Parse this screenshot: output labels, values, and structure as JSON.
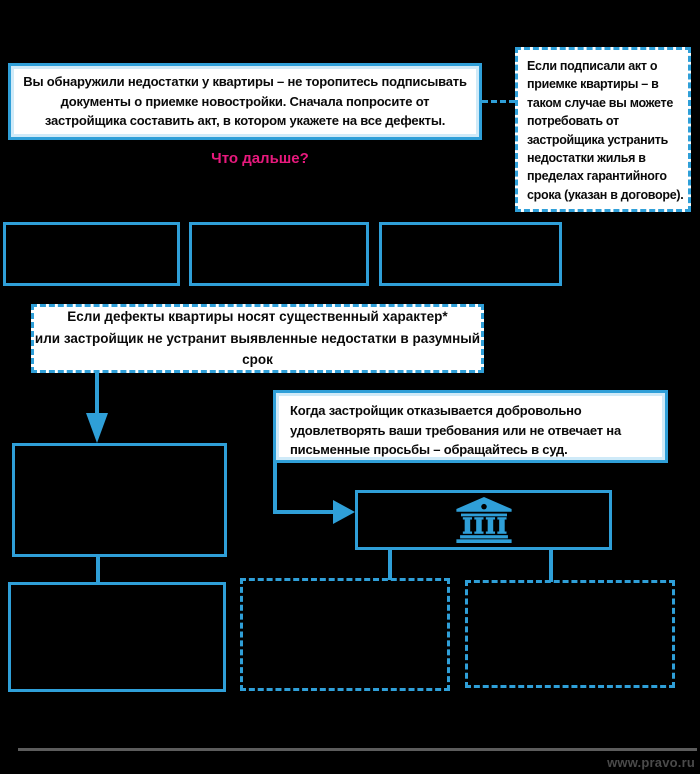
{
  "page": {
    "background_color": "#000000",
    "accent_blue": "#2f9fd8",
    "pink_color": "#e8197d",
    "footer_site": "www.pravo.ru"
  },
  "intro_box": {
    "text": "Вы обнаружили недостатки у квартиры – не торопитесь подписывать документы о приемке новостройки. Сначала попросите от застройщика составить акт, в котором укажете на все дефекты."
  },
  "signed_act_note": {
    "text": "Если подписали акт о приемке квартиры – в таком случае вы можете потребовать от застройщика устранить недостатки жилья в пределах гарантийного срока (указан в договоре)."
  },
  "question_heading": {
    "text": "Что дальше?"
  },
  "condition_box": {
    "line1": "Если дефекты квартиры носят существенный характер*",
    "line2": "или застройщик не устранит выявленные недостатки в разумный срок"
  },
  "court_note": {
    "text": "Когда застройщик отказывается добровольно удовлетворять ваши требования или не отвечает на письменные просьбы – обращайтесь в суд."
  },
  "icons": {
    "court": "courthouse-icon"
  }
}
